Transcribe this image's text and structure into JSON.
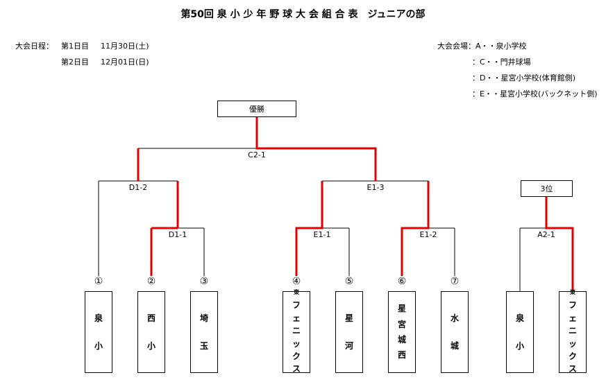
{
  "title": "第50回 泉 小 少 年 野 球 大 会 組 合 表　ジュニアの部",
  "schedule": {
    "label": "大会日程：",
    "day1_label": "第1日目",
    "day1_date": "11月30日(土)",
    "day2_label": "第2日目",
    "day2_date": "12月01日(日)"
  },
  "venues": {
    "label": "大会会場：",
    "a": "A・・泉小学校",
    "c": "：C・・門井球場",
    "d": "：D・・星宮小学校(体育館側)",
    "e": "：E・・星宮小学校(バックネット側)"
  },
  "champion_label": "優勝",
  "third_label": "3位",
  "matches": {
    "final": "C2-1",
    "semi_left": "D1-2",
    "semi_right": "E1-3",
    "q_d11": "D1-1",
    "q_e11": "E1-1",
    "q_e12": "E1-2",
    "third": "A2-1"
  },
  "teams": [
    {
      "num": "①",
      "chars": [
        "泉",
        "小"
      ]
    },
    {
      "num": "②",
      "chars": [
        "西",
        "小"
      ]
    },
    {
      "num": "③",
      "chars": [
        "埼",
        "玉"
      ]
    },
    {
      "num": "④",
      "prefix": "東",
      "chars": [
        "フ",
        "ェ",
        "ニ",
        "ッ",
        "ク",
        "ス"
      ]
    },
    {
      "num": "⑤",
      "chars": [
        "星",
        "河"
      ]
    },
    {
      "num": "⑥",
      "chars": [
        "星",
        "宮",
        "城",
        "西"
      ]
    },
    {
      "num": "⑦",
      "chars": [
        "水",
        "城"
      ]
    }
  ],
  "third_teams": [
    {
      "chars": [
        "泉",
        "小"
      ]
    },
    {
      "prefix": "東",
      "chars": [
        "フ",
        "ェ",
        "ニ",
        "ッ",
        "ク",
        "ス"
      ]
    }
  ],
  "colors": {
    "winner_line": "#e00000",
    "line": "#000000"
  }
}
